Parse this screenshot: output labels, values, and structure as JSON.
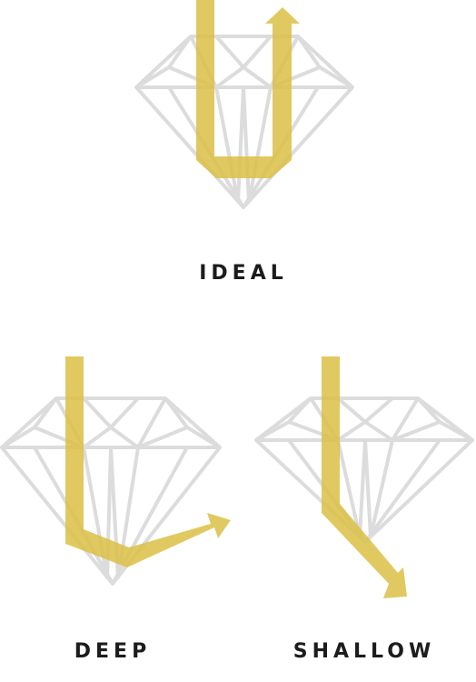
{
  "colors": {
    "diamond_outline": "#dcdcdc",
    "light_path": "#dcbf47",
    "caption_text": "#1c1c1c",
    "background": "#ffffff"
  },
  "diagrams": [
    {
      "id": "ideal",
      "label": "IDEAL"
    },
    {
      "id": "deep",
      "label": "DEEP"
    },
    {
      "id": "shallow",
      "label": "SHALLOW"
    }
  ]
}
